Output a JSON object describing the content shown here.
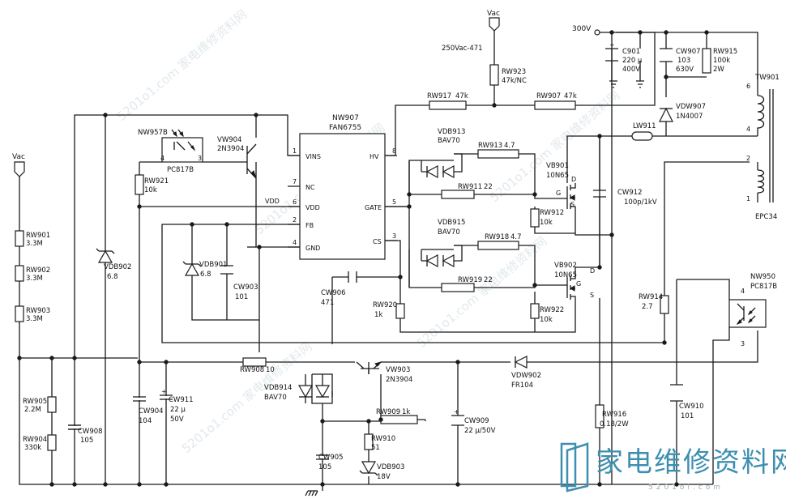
{
  "brand": {
    "name": "家电维修资料网",
    "url": "5201ol.com",
    "watermark": "5201o1.com 家电维修资料网",
    "logo_color": "#3d8fb0"
  },
  "rails": {
    "vac_left": "Vac",
    "vac_top": "Vac",
    "vac_top_note": "250Vac-471",
    "hv": "300V"
  },
  "ic": {
    "ref": "NW907",
    "part": "FAN6755",
    "pins_left": [
      {
        "num": "1",
        "name": "VINS"
      },
      {
        "num": "7",
        "name": "NC"
      },
      {
        "num": "6",
        "name": "VDD"
      },
      {
        "num": "2",
        "name": "FB"
      },
      {
        "num": "4",
        "name": "GND"
      }
    ],
    "pins_right": [
      {
        "num": "8",
        "name": "HV"
      },
      {
        "num": "5",
        "name": "GATE"
      },
      {
        "num": "3",
        "name": "CS"
      }
    ]
  },
  "net_labels": {
    "vdd": "VDD"
  },
  "resistors": [
    {
      "ref": "RW901",
      "value": "3.3M"
    },
    {
      "ref": "RW902",
      "value": "3.3M"
    },
    {
      "ref": "RW903",
      "value": "3.3M"
    },
    {
      "ref": "RW905",
      "value": "2.2M"
    },
    {
      "ref": "RW904",
      "value": "330k"
    },
    {
      "ref": "RW921",
      "value": "10k"
    },
    {
      "ref": "RW923",
      "value": "47k/NC"
    },
    {
      "ref": "RW917",
      "value": "47k"
    },
    {
      "ref": "RW907",
      "value": "47k"
    },
    {
      "ref": "RW915",
      "value": "100k",
      "value2": "2W"
    },
    {
      "ref": "RW913",
      "value": "4.7"
    },
    {
      "ref": "RW911",
      "value": "22"
    },
    {
      "ref": "RW912",
      "value": "10k"
    },
    {
      "ref": "RW918",
      "value": "4.7"
    },
    {
      "ref": "RW919",
      "value": "22"
    },
    {
      "ref": "RW922",
      "value": "10k"
    },
    {
      "ref": "RW920",
      "value": "1k"
    },
    {
      "ref": "RW914",
      "value": "2.7"
    },
    {
      "ref": "RW908",
      "value": "10"
    },
    {
      "ref": "RW909",
      "value": "1k"
    },
    {
      "ref": "RW910",
      "value": "51"
    },
    {
      "ref": "RW916",
      "value": "0.18/2W"
    }
  ],
  "capacitors": [
    {
      "ref": "CW908",
      "value": "105"
    },
    {
      "ref": "CW904",
      "value": "104"
    },
    {
      "ref": "CW911",
      "value": "22 μ",
      "value2": "50V"
    },
    {
      "ref": "CW903",
      "value": "101"
    },
    {
      "ref": "CW906",
      "value": "471"
    },
    {
      "ref": "CW905",
      "value": "105"
    },
    {
      "ref": "CW909",
      "value": "22 μ/50V"
    },
    {
      "ref": "CW910",
      "value": "101"
    },
    {
      "ref": "CW912",
      "value": "100p/1kV"
    },
    {
      "ref": "CW907",
      "value": "103",
      "value2": "630V"
    },
    {
      "ref": "C901",
      "value": "220 μ",
      "value2": "400V"
    }
  ],
  "diodes": [
    {
      "ref": "VDB902",
      "value": "6.8"
    },
    {
      "ref": "VDB901",
      "value": "6.8"
    },
    {
      "ref": "VDB913",
      "value": "BAV70"
    },
    {
      "ref": "VDB915",
      "value": "BAV70"
    },
    {
      "ref": "VDB914",
      "value": "BAV70"
    },
    {
      "ref": "VDB903",
      "value": "18V"
    },
    {
      "ref": "VDW902",
      "value": "FR104"
    },
    {
      "ref": "VDW907",
      "value": "1N4007"
    }
  ],
  "transistors": [
    {
      "ref": "VW904",
      "value": "2N3904"
    },
    {
      "ref": "VW903",
      "value": "2N3904"
    },
    {
      "ref": "VB901",
      "value": "10N65"
    },
    {
      "ref": "VB902",
      "value": "10N65"
    }
  ],
  "optos": [
    {
      "ref": "NW957B",
      "value": "PC817B",
      "pin_a": "4",
      "pin_b": "3"
    },
    {
      "ref": "NW950",
      "value": "PC817B",
      "pin_a": "4",
      "pin_b": "3"
    }
  ],
  "transformer": {
    "ref": "TW901",
    "core": "EPC34",
    "pins": [
      "6",
      "4",
      "2",
      "1"
    ]
  },
  "inductor": {
    "ref": "LW911"
  },
  "mosfet_pins": {
    "d": "D",
    "g": "G",
    "s": "S"
  }
}
